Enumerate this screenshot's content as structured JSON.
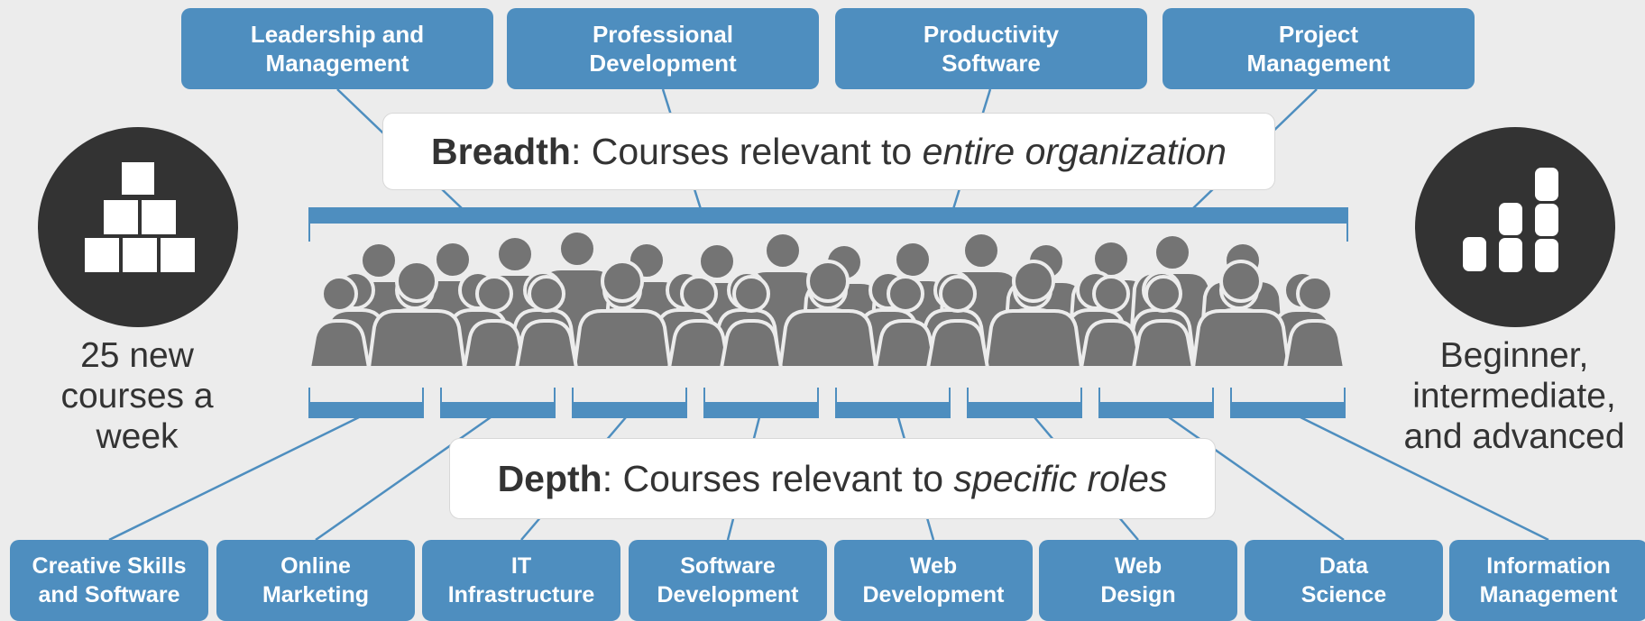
{
  "colors": {
    "accent": "#4e8ebf",
    "people": "#747474",
    "circle": "#333333",
    "background": "#ececec"
  },
  "top_categories": [
    "Leadership and\nManagement",
    "Professional\nDevelopment",
    "Productivity\nSoftware",
    "Project\nManagement"
  ],
  "breadth": {
    "bold": "Breadth",
    "text": ": Courses relevant to ",
    "italic": "entire organization"
  },
  "depth": {
    "bold": "Depth",
    "text": ": Courses relevant to ",
    "italic": "specific roles"
  },
  "left_panel": {
    "icon": "stacked-blocks-icon",
    "text": "25 new\ncourses a\nweek"
  },
  "right_panel": {
    "icon": "level-bars-icon",
    "text": "Beginner,\nintermediate,\nand advanced"
  },
  "bottom_categories": [
    "Creative Skills\nand Software",
    "Online\nMarketing",
    "IT\nInfrastructure",
    "Software\nDevelopment",
    "Web\nDevelopment",
    "Web\nDesign",
    "Data\nScience",
    "Information\nManagement"
  ]
}
